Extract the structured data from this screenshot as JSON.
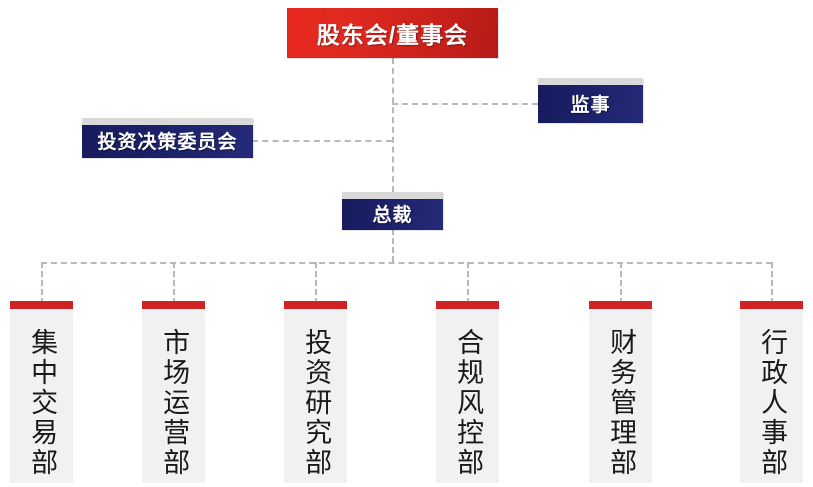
{
  "chart": {
    "title_box": {
      "label": "股东会/董事会",
      "color": "#d3241c"
    },
    "supervisor_box": {
      "label": "监事",
      "color": "#1b2068"
    },
    "committee_box": {
      "label": "投资决策委员会",
      "color": "#1b2068"
    },
    "president_box": {
      "label": "总裁",
      "color": "#1b2068"
    },
    "departments": [
      {
        "label": "集中交易部"
      },
      {
        "label": "市场运营部"
      },
      {
        "label": "投资研究部"
      },
      {
        "label": "合规风控部"
      },
      {
        "label": "财务管理部"
      },
      {
        "label": "行政人事部"
      }
    ],
    "colors": {
      "accent_red": "#cf2222",
      "accent_navy": "#1b2068",
      "department_bg": "#f1f1f1",
      "connector": "#b9b9b9",
      "background": "#ffffff"
    }
  }
}
